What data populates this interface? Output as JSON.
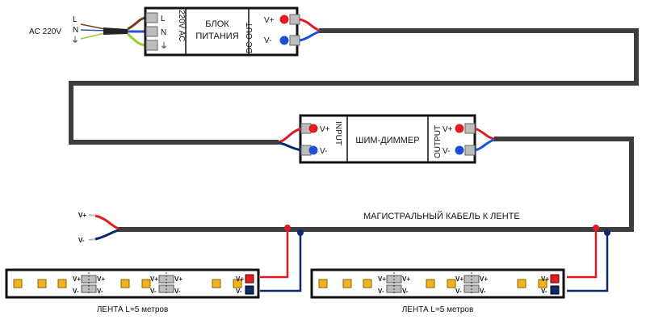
{
  "colors": {
    "cable": "#3d3d3d",
    "positive": "#e11b22",
    "negative": "#1b4fd6",
    "negative_wire": "#0a2a6b",
    "led": "#f2b21f",
    "terminal": "#bdbdbd",
    "earth": "#9acd32",
    "live": "#7a3b12",
    "neutral": "#2b54c8"
  },
  "mains": {
    "label": "AC 220V",
    "l": "L",
    "n": "N",
    "earth_symbol": "⏚"
  },
  "psu": {
    "term_l": "L",
    "term_n": "N",
    "term_earth": "⏚",
    "input_vertical": "220V AC",
    "title_line1": "БЛОК",
    "title_line2": "ПИТАНИЯ",
    "output_vertical": "DC OUT",
    "vplus": "V+",
    "vminus": "V-"
  },
  "dimmer": {
    "title": "ШИМ-ДИММЕР",
    "input_vertical": "INPUT",
    "output_vertical": "OUTPUT",
    "in_vplus": "V+",
    "in_vminus": "V-",
    "out_vplus": "V+",
    "out_vminus": "V-"
  },
  "cable": {
    "label": "МАГИСТРАЛЬНЫЙ КАБЕЛЬ К ЛЕНТЕ",
    "end_vplus": "V+",
    "end_vminus": "V-"
  },
  "strips": [
    {
      "label": "ЛЕНТА L=5 метров",
      "pad_vplus": "V+",
      "pad_vminus": "V-"
    },
    {
      "label": "ЛЕНТА L=5 метров",
      "pad_vplus": "V+",
      "pad_vminus": "V-"
    }
  ]
}
